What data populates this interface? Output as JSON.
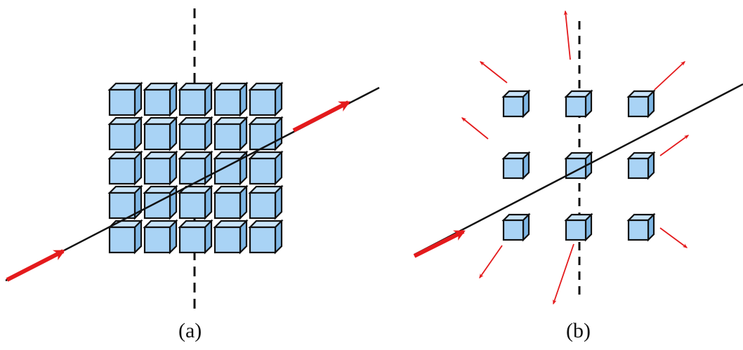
{
  "panels": [
    {
      "id": "a",
      "caption": "(a)",
      "grid": {
        "rows": 5,
        "cols": 5
      },
      "state": "intact"
    },
    {
      "id": "b",
      "caption": "(b)",
      "grid": {
        "rows": 3,
        "cols": 3
      },
      "state": "exploded"
    }
  ],
  "colors": {
    "cube_front": "#a9d3f5",
    "cube_top": "#c9e4fa",
    "cube_side": "#7eb6e4",
    "arrow": "#e41a1c",
    "line": "#111111"
  }
}
